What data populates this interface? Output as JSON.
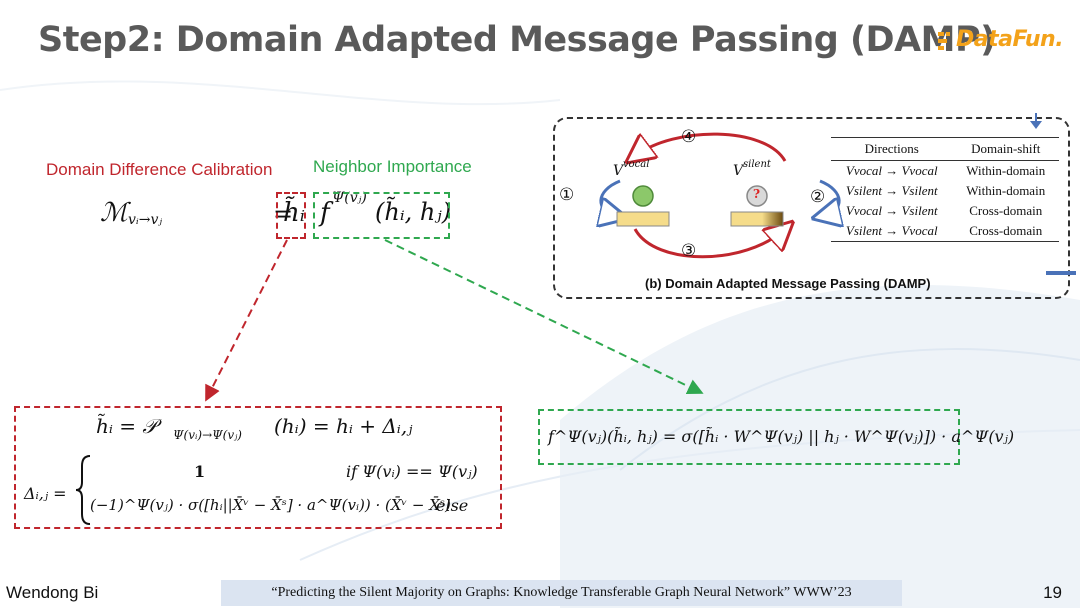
{
  "slide": {
    "title": "Step2: Domain Adapted Message Passing (DAMP)",
    "logo_text": "DataFun.",
    "page_number": "19"
  },
  "labels": {
    "calibration": "Domain Difference Calibration",
    "importance": "Neighbor Importance"
  },
  "equations": {
    "message_lhs": "ℳ",
    "message_sub": "vᵢ→vⱼ",
    "message_eq": "=",
    "message_h": "h̃ᵢ",
    "message_f": "f",
    "message_f_sup": "Ψ(vⱼ)",
    "message_args": "(h̃ᵢ, hⱼ)",
    "calib_line": "h̃ᵢ = 𝒫",
    "calib_sub": "Ψ(vᵢ)→Ψ(vⱼ)",
    "calib_rest": "(hᵢ) = hᵢ + Δᵢ,ⱼ",
    "delta_lhs": "Δᵢ,ⱼ =",
    "delta_case1_value": "1",
    "delta_case1_cond": "if Ψ(vᵢ) == Ψ(vⱼ)",
    "delta_case2_value": "(−1)^Ψ(vⱼ) · σ([hᵢ||X̄ᵛ − X̄ˢ] · a^Ψ(vᵢ)) · (X̄ᵛ − X̄ˢ)",
    "delta_case2_cond": "else",
    "importance_eq": "f^Ψ(vⱼ)(h̃ᵢ, hⱼ) = σ([h̃ᵢ · W^Ψ(vⱼ) || hⱼ · W^Ψ(vⱼ)]) · a^Ψ(vⱼ)"
  },
  "diagram": {
    "node_vocal": "V",
    "node_vocal_sup": "vocal",
    "node_silent": "V",
    "node_silent_sup": "silent",
    "unknown_mark": "?",
    "step_1": "①",
    "step_2": "②",
    "step_3": "③",
    "step_4": "④",
    "caption": "(b) Domain Adapted Message Passing (DAMP)",
    "table_headers": [
      "Directions",
      "Domain-shift"
    ],
    "table_rows": [
      {
        "direction": "Vvocal → Vvocal",
        "shift": "Within-domain"
      },
      {
        "direction": "Vsilent → Vsilent",
        "shift": "Within-domain"
      },
      {
        "direction": "Vvocal → Vsilent",
        "shift": "Cross-domain"
      },
      {
        "direction": "Vsilent → Vvocal",
        "shift": "Cross-domain"
      }
    ]
  },
  "footer": {
    "author": "Wendong Bi",
    "citation": "“Predicting the Silent Majority on Graphs:  Knowledge Transferable Graph Neural Network”  WWW’23"
  },
  "colors": {
    "title": "#5a5a5a",
    "calibration": "#c0262d",
    "importance": "#2fa84f",
    "logo": "#f3a21a",
    "citation_bg": "#dbe4f1"
  }
}
